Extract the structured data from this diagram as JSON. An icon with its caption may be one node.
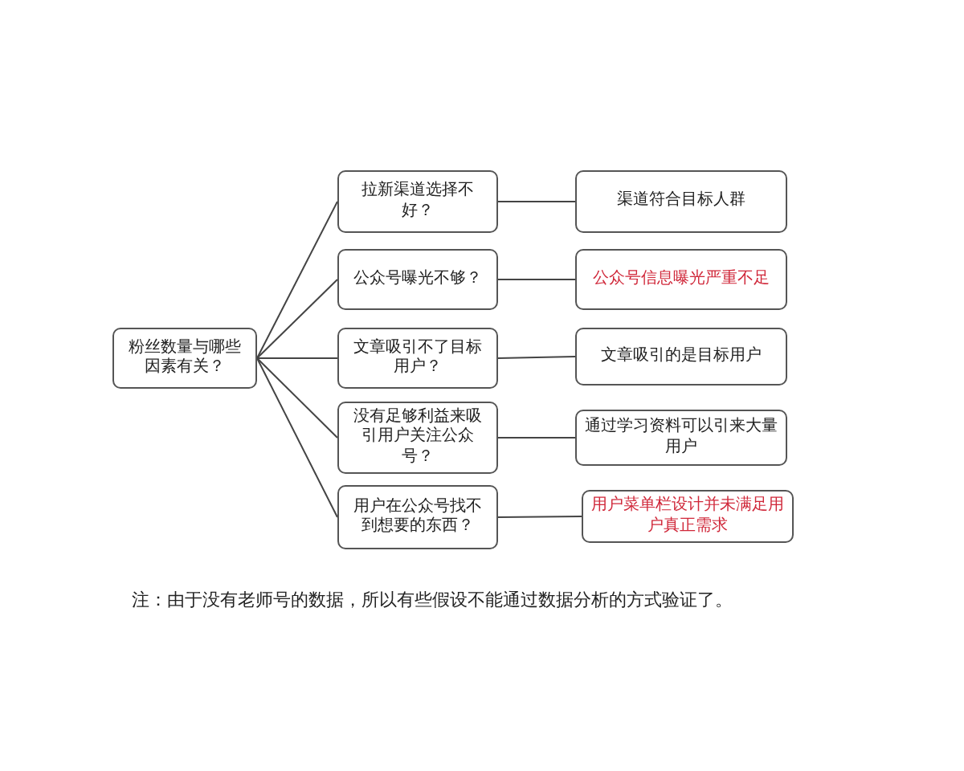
{
  "diagram": {
    "nodes": [
      {
        "text": [
          "粉丝数量与哪些因素有关？"
        ]
      },
      {
        "text": [
          "拉新渠道选择不好？"
        ]
      },
      {
        "text": [
          "公众号曝光不够？"
        ]
      },
      {
        "text": [
          "文章吸引不了目标用户？"
        ]
      },
      {
        "text": [
          "没有足够利益来吸引用户关注公众号？"
        ]
      },
      {
        "text": [
          "用户在公众号找不到想要的东西？"
        ]
      },
      {
        "text": [
          "渠道符合目标人群"
        ]
      },
      {
        "text": [
          "公众号信息曝光严重不足"
        ]
      },
      {
        "text": [
          "文章吸引的是目标用户"
        ]
      },
      {
        "text": [
          "通过学习资料可以引来大量用户"
        ]
      },
      {
        "text": [
          "用户菜单栏设计并未满足用户真正需求"
        ]
      }
    ],
    "edges": [
      {
        "from": 0,
        "to": 1,
        "arrow": "none"
      },
      {
        "from": 0,
        "to": 2,
        "arrow": "none"
      },
      {
        "from": 0,
        "to": 3,
        "arrow": "none"
      },
      {
        "from": 0,
        "to": 4,
        "arrow": "none"
      },
      {
        "from": 0,
        "to": 5,
        "arrow": "none"
      },
      {
        "from": 1,
        "to": 6,
        "arrow": "none"
      },
      {
        "from": 2,
        "to": 7,
        "arrow": "none"
      },
      {
        "from": 3,
        "to": 8,
        "arrow": "none"
      },
      {
        "from": 4,
        "to": 9,
        "arrow": "none"
      },
      {
        "from": 5,
        "to": 10,
        "arrow": "none"
      }
    ],
    "labels": [
      "注：由于没有老师号的数据，所以有些假设不能通过数据分析的方式验证了。"
    ]
  }
}
